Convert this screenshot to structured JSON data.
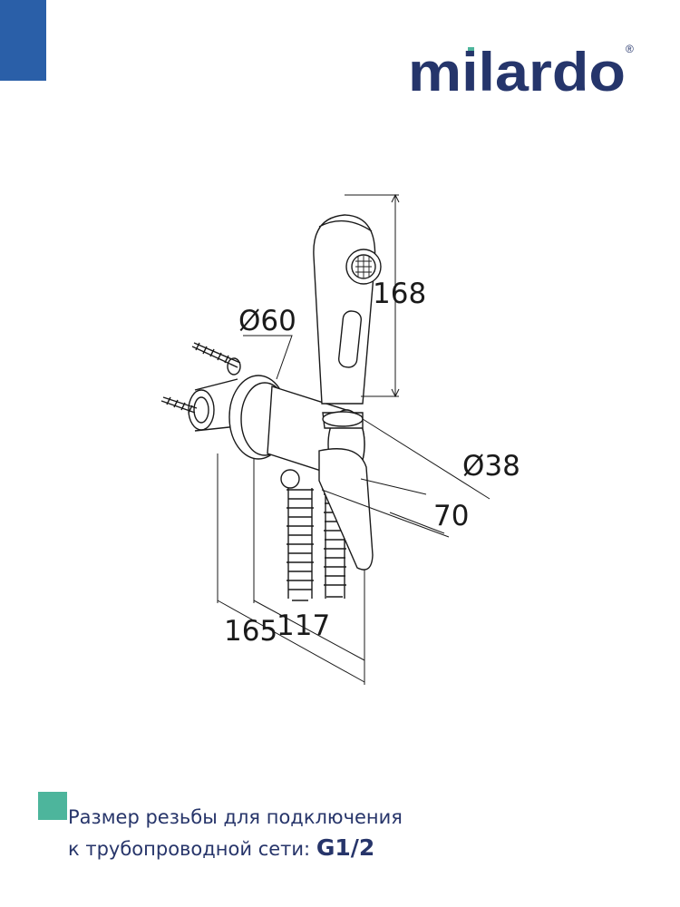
{
  "brand": {
    "name": "milardo",
    "registered": "®",
    "colors": {
      "bar": "#2a5fa8",
      "logo": "#25356b",
      "accent": "#4db59c"
    }
  },
  "dimensions": {
    "hand_shower_length": "168",
    "flange_diameter": "Ø60",
    "body_diameter": "Ø38",
    "lever_depth": "70",
    "total_depth": "165",
    "body_depth": "117"
  },
  "note": {
    "line1": "Размер резьбы для подключения",
    "line2": "к трубопроводной сети:",
    "thread": "G1/2"
  }
}
